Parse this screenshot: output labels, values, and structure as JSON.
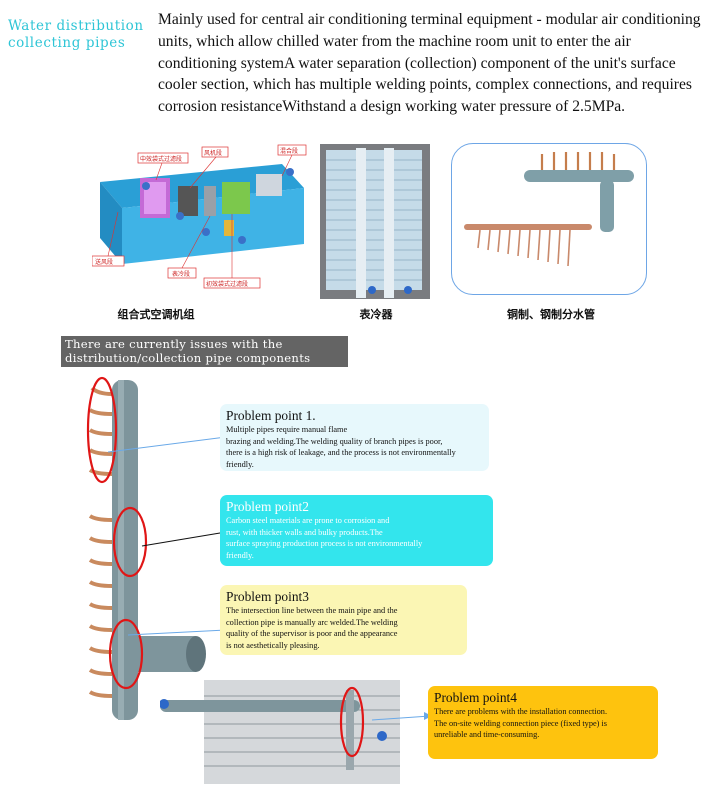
{
  "heading": "Water distribution collecting pipes",
  "intro": "Mainly used for central air conditioning terminal equipment - modular air conditioning units, which allow chilled water from the machine room unit to enter the air conditioning systemA water separation (collection) component of the unit's surface cooler section, which has multiple welding points, complex connections, and requires corrosion resistanceWithstand a design working water pressure of 2.5MPa.",
  "figures": {
    "ahu_labels": {
      "l1": "中效袋式过滤段",
      "l2": "风机段",
      "l3": "混合段",
      "l4": "送风段",
      "l5": "表冷段",
      "l6": "初效袋式过滤段"
    },
    "captions": {
      "ahu": "组合式空调机组",
      "coil": "表冷器",
      "pipes": "铜制、钢制分水管"
    }
  },
  "banner": "There are currently issues with the distribution/collection pipe components",
  "problems": [
    {
      "title": "Problem point 1.",
      "lines": [
        "Multiple pipes require manual flame",
        "brazing and welding.The welding quality of branch pipes is poor,",
        "there is a high risk of leakage, and the process is not environmentally",
        "friendly."
      ]
    },
    {
      "title": "Problem point2",
      "lines": [
        "Carbon steel materials are prone to corrosion and",
        "rust, with thicker walls and bulky products.The",
        "surface spraying production process is not environmentally",
        "friendly."
      ]
    },
    {
      "title": "Problem point3",
      "lines": [
        "The intersection line between the main pipe and the",
        "collection pipe is manually arc welded.The welding",
        "quality of the supervisor is poor and the appearance",
        "is not aesthetically pleasing."
      ]
    },
    {
      "title": "Problem point4",
      "lines": [
        "There are problems with the installation connection.",
        "The on-site welding connection piece (fixed type) is",
        "unreliable and time-consuming."
      ]
    }
  ],
  "colors": {
    "heading": "#2ec5d6",
    "box1": "#e7f8fc",
    "box2": "#33e5ed",
    "box3": "#fbf6b4",
    "box4": "#fec30e",
    "highlight_ring": "#e01616"
  }
}
